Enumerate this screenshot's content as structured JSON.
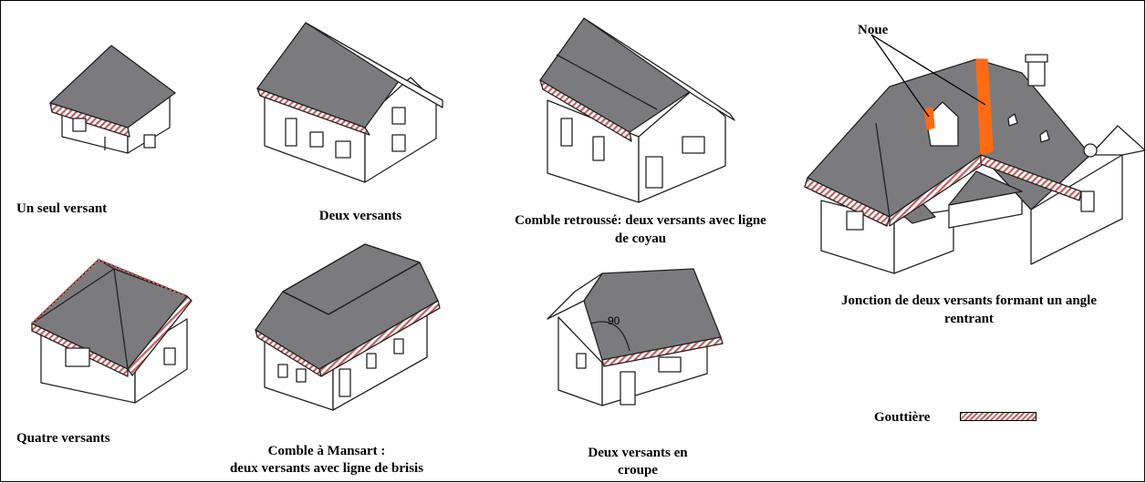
{
  "captions": {
    "un_seul_versant": "Un seul versant",
    "deux_versants": "Deux versants",
    "comble_retrousse_line1": "Comble retroussé: deux versants avec ligne",
    "comble_retrousse_line2": "de coyau",
    "noue": "Noue",
    "jonction_line1": "Jonction de deux versants formant un angle",
    "jonction_line2": "rentrant",
    "quatre_versants": "Quatre versants",
    "mansart_line1": "Comble à Mansart :",
    "mansart_line2": "deux versants avec ligne de brisis",
    "croupe_line1": "Deux versants en",
    "croupe_line2": "croupe",
    "angle_label": "90",
    "legend_label": "Gouttière"
  },
  "colors": {
    "roof": "#7b7b7d",
    "gutter": "#c06060",
    "valley": "#ff6a13",
    "outline": "#222222"
  }
}
